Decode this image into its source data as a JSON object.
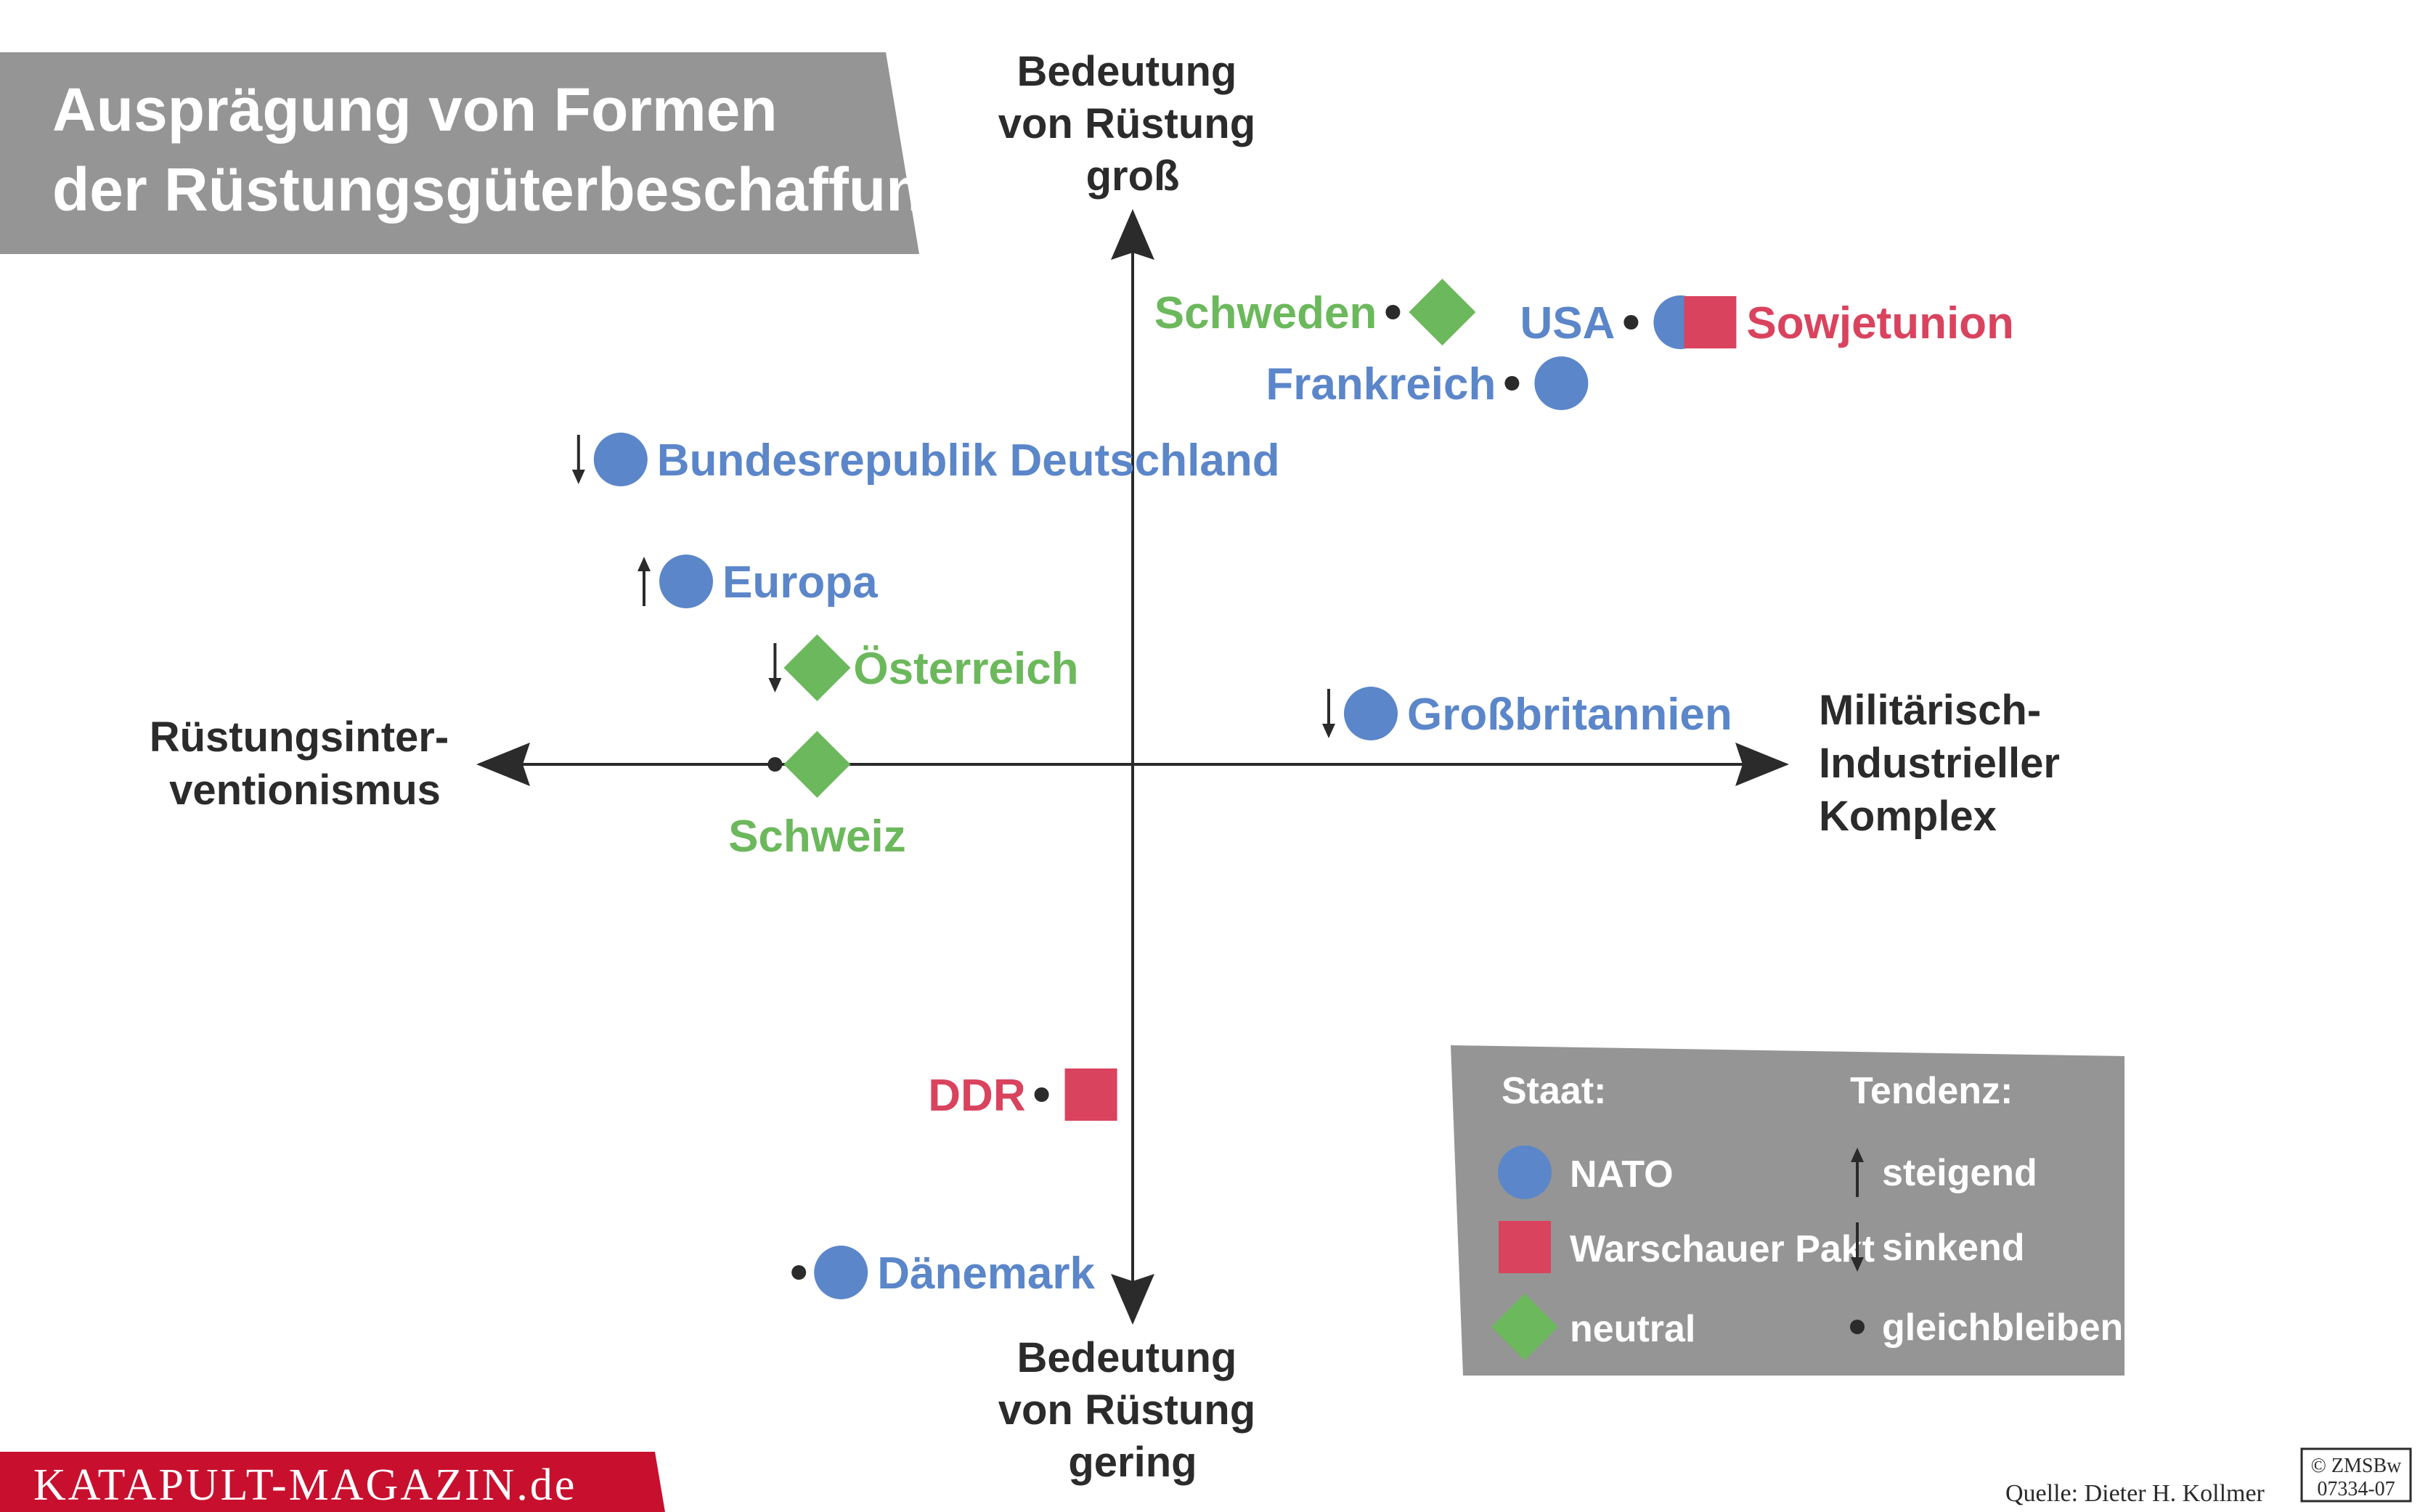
{
  "title": {
    "line1": "Ausprägung von Formen",
    "line2": "der Rüstungsgüterbeschaffung"
  },
  "colors": {
    "nato": "#5b86c9",
    "warschauer_pakt": "#d9435e",
    "neutral": "#6cb85c",
    "axis": "#2b2b2b",
    "title_bg": "#959595",
    "legend_bg": "#959595",
    "brand_bg": "#c8102e"
  },
  "chart_data": {
    "type": "scatter",
    "xlim": [
      -1,
      1
    ],
    "ylim": [
      -1,
      1
    ],
    "grid": false,
    "axes": {
      "top": [
        "Bedeutung",
        "von Rüstung",
        "groß"
      ],
      "bottom": [
        "Bedeutung",
        "von Rüstung",
        "gering"
      ],
      "left": [
        "Rüstungsinter-",
        "ventionismus"
      ],
      "right": [
        "Militärisch-",
        "Industrieller",
        "Komplex"
      ]
    },
    "points": [
      {
        "label": "Schweden",
        "group": "neutral",
        "trend": "gleichbleibend",
        "x": 0.52,
        "y": 0.89,
        "label_side": "left"
      },
      {
        "label": "USA",
        "group": "nato",
        "trend": "gleichbleibend",
        "x": 0.92,
        "y": 0.87,
        "label_side": "left"
      },
      {
        "label": "Sowjetunion",
        "group": "warschauer_pakt",
        "trend": "gleichbleibend",
        "x": 0.97,
        "y": 0.87,
        "label_side": "right"
      },
      {
        "label": "Frankreich",
        "group": "nato",
        "trend": "gleichbleibend",
        "x": 0.72,
        "y": 0.75,
        "label_side": "left"
      },
      {
        "label": "Bundesrepublik Deutschland",
        "group": "nato",
        "trend": "sinkend",
        "x": -0.86,
        "y": 0.6,
        "label_side": "right"
      },
      {
        "label": "Europa",
        "group": "nato",
        "trend": "steigend",
        "x": -0.75,
        "y": 0.36,
        "label_side": "right"
      },
      {
        "label": "Österreich",
        "group": "neutral",
        "trend": "sinkend",
        "x": -0.53,
        "y": 0.19,
        "label_side": "right"
      },
      {
        "label": "Großbritannien",
        "group": "nato",
        "trend": "sinkend",
        "x": 0.4,
        "y": 0.1,
        "label_side": "right"
      },
      {
        "label": "Schweiz",
        "group": "neutral",
        "trend": "gleichbleibend",
        "x": -0.53,
        "y": 0.0,
        "label_side": "below"
      },
      {
        "label": "DDR",
        "group": "warschauer_pakt",
        "trend": "gleichbleibend",
        "x": -0.07,
        "y": -0.65,
        "label_side": "left"
      },
      {
        "label": "Dänemark",
        "group": "nato",
        "trend": "gleichbleibend",
        "x": -0.49,
        "y": -1.0,
        "label_side": "right"
      }
    ]
  },
  "legend": {
    "staat_title": "Staat:",
    "tendenz_title": "Tendenz:",
    "groups": [
      {
        "key": "nato",
        "label": "NATO"
      },
      {
        "key": "warschauer_pakt",
        "label": "Warschauer Pakt"
      },
      {
        "key": "neutral",
        "label": "neutral"
      }
    ],
    "trends": [
      {
        "key": "steigend",
        "label": "steigend"
      },
      {
        "key": "sinkend",
        "label": "sinkend"
      },
      {
        "key": "gleichbleibend",
        "label": "gleichbleibend"
      }
    ]
  },
  "footer": {
    "brand": "KATAPULT-MAGAZIN.de",
    "source": "Quelle: Dieter H. Kollmer",
    "copyright_line1": "© ZMSBw",
    "copyright_line2": "07334-07"
  }
}
